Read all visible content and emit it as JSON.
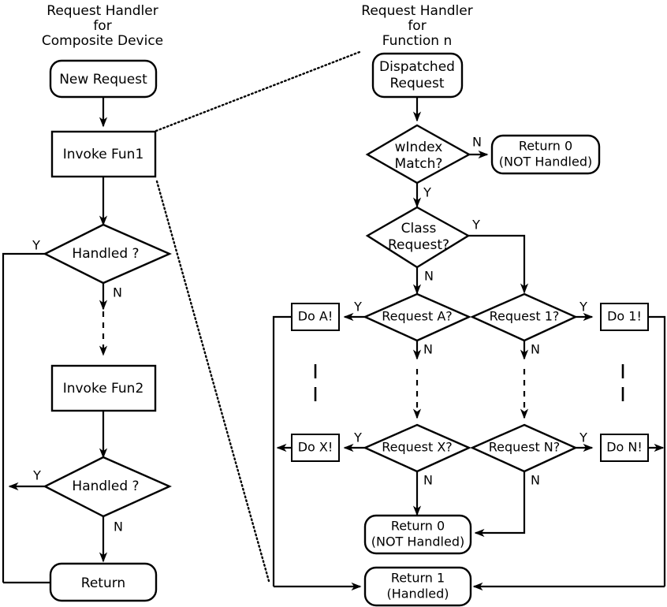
{
  "diagram": {
    "type": "flowchart",
    "background": "#ffffff",
    "stroke_color": "#000000",
    "panels": [
      {
        "id": "composite-device",
        "title_lines": [
          "Request Handler",
          "for",
          "Composite Device"
        ]
      },
      {
        "id": "function-n",
        "title_lines": [
          "Request Handler",
          "for",
          "Function n"
        ]
      }
    ]
  },
  "left_panel": {
    "title": {
      "line1": "Request Handler",
      "line2": "for",
      "line3": "Composite Device"
    },
    "nodes": {
      "new_request": "New Request",
      "invoke_fun1": "Invoke Fun1",
      "handled_1": "Handled ?",
      "invoke_fun2": "Invoke Fun2",
      "handled_2": "Handled ?",
      "return": "Return"
    },
    "branches": {
      "handled1_yes": "Y",
      "handled1_no": "N",
      "handled2_yes": "Y",
      "handled2_no": "N"
    }
  },
  "right_panel": {
    "title": {
      "line1": "Request Handler",
      "line2": "for",
      "line3": "Function n"
    },
    "nodes": {
      "dispatched_request": {
        "line1": "Dispatched",
        "line2": "Request"
      },
      "windex_match": {
        "line1": "wIndex",
        "line2": "Match?"
      },
      "return0_top": {
        "line1": "Return 0",
        "line2": "(NOT Handled)"
      },
      "class_request": {
        "line1": "Class",
        "line2": "Request?"
      },
      "request_a": "Request A?",
      "request_1": "Request 1?",
      "request_x": "Request X?",
      "request_n": "Request N?",
      "do_a": "Do A!",
      "do_1": "Do 1!",
      "do_x": "Do X!",
      "do_n": "Do N!",
      "return0_bottom": {
        "line1": "Return 0",
        "line2": "(NOT Handled)"
      },
      "return1": {
        "line1": "Return 1",
        "line2": "(Handled)"
      }
    },
    "branches": {
      "windex_no": "N",
      "windex_yes": "Y",
      "class_yes": "Y",
      "class_no": "N",
      "request_a_yes": "Y",
      "request_a_no": "N",
      "request_1_yes": "Y",
      "request_1_no": "N",
      "request_x_yes": "Y",
      "request_x_no": "N",
      "request_n_yes": "Y",
      "request_n_no": "N"
    }
  }
}
